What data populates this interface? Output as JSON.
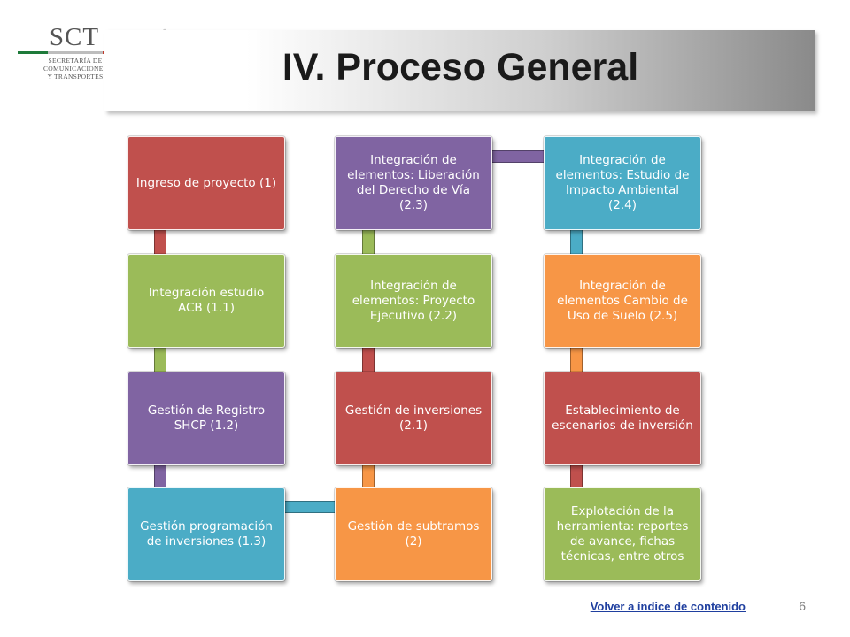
{
  "header": {
    "logo_text": "SCT",
    "logo_subtitle": [
      "SECRETARÍA DE",
      "COMUNICACIONES",
      "Y TRANSPORTES"
    ],
    "seal_icon": "national-seal-icon",
    "title": "IV. Proceso General"
  },
  "diagram": {
    "colors": {
      "red": "#c0504d",
      "green": "#9bbb59",
      "purple": "#8064a2",
      "cyan": "#4bacc6",
      "orange": "#f79646"
    },
    "nodes": [
      {
        "label": "Ingreso de proyecto (1)",
        "color": "red"
      },
      {
        "label": "Integración estudio ACB (1.1)",
        "color": "green"
      },
      {
        "label": "Gestión de Registro SHCP (1.2)",
        "color": "purple"
      },
      {
        "label": "Gestión programación de inversiones (1.3)",
        "color": "cyan"
      },
      {
        "label": "Gestión de subtramos (2)",
        "color": "orange"
      },
      {
        "label": "Gestión de inversiones (2.1)",
        "color": "red"
      },
      {
        "label": "Integración de elementos: Proyecto Ejecutivo (2.2)",
        "color": "green"
      },
      {
        "label": "Integración de elementos: Liberación del Derecho de Vía (2.3)",
        "color": "purple"
      },
      {
        "label": "Integración de elementos: Estudio de Impacto Ambiental (2.4)",
        "color": "cyan"
      },
      {
        "label": "Integración de elementos Cambio de Uso de Suelo (2.5)",
        "color": "orange"
      },
      {
        "label": "Establecimiento de escenarios de inversión",
        "color": "red"
      },
      {
        "label": "Explotación de la herramienta: reportes de avance, fichas técnicas, entre otros",
        "color": "green"
      }
    ]
  },
  "footer": {
    "link_label": "Volver a índice de contenido",
    "page_number": "6"
  }
}
